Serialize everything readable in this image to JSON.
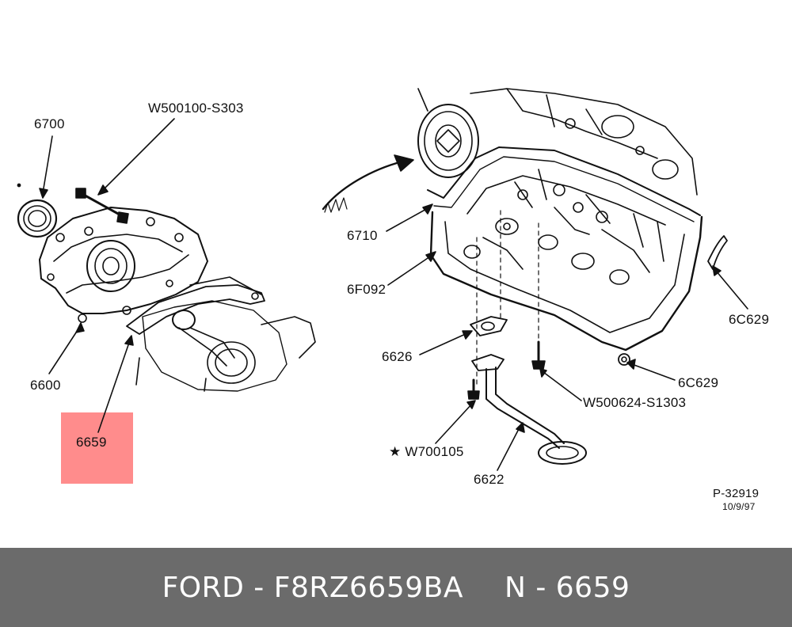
{
  "callouts": {
    "c6700": "6700",
    "cW500100": "W500100-S303",
    "c6600": "6600",
    "c6659": "6659",
    "c6710": "6710",
    "c6F092": "6F092",
    "c6626": "6626",
    "c6C629a": "6C629",
    "c6C629b": "6C629",
    "cW500624": "W500624-S1303",
    "cW700105": "★ W700105",
    "c6622": "6622"
  },
  "stamp": {
    "ref": "P-32919",
    "date": "10/9/97"
  },
  "footer": {
    "brand_part": "FORD - F8RZ6659BA",
    "part_ref": "N - 6659"
  },
  "colors": {
    "highlight": "#ff8c8c",
    "footer_bg": "#6b6b6b",
    "ink": "#111111"
  }
}
